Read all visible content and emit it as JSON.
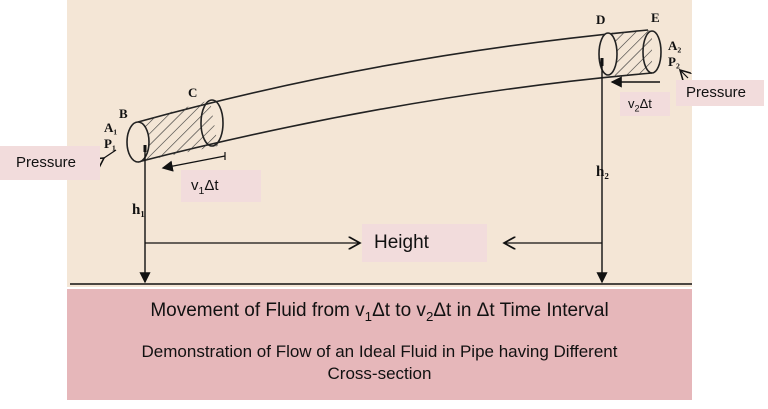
{
  "labels": {
    "pressure_left": "Pressure",
    "pressure_right": "Pressure",
    "v1_base": "v",
    "v1_sub": "1",
    "v1_rest": "Δt",
    "v2_base": "v",
    "v2_sub": "2",
    "v2_rest": "Δt",
    "height": "Height",
    "point_b": "B",
    "point_c": "C",
    "point_d": "D",
    "point_e": "E",
    "area_1": "A₁",
    "pressure_1": "P₁",
    "area_2": "A₂",
    "pressure_2": "P₂",
    "h1": "h₁",
    "h2": "h₂"
  },
  "caption": {
    "line1_a": "Movement of Fluid from v",
    "line1_sub1": "1",
    "line1_b": "Δt to v",
    "line1_sub2": "2",
    "line1_c": "Δt in Δt Time Interval",
    "line2": "Demonstration of Flow of an Ideal Fluid in Pipe having Different Cross-section"
  },
  "colors": {
    "figure_bg": "#f4e6d6",
    "label_box": "#f2dcdc",
    "caption_bg": "#e6b7ba"
  }
}
